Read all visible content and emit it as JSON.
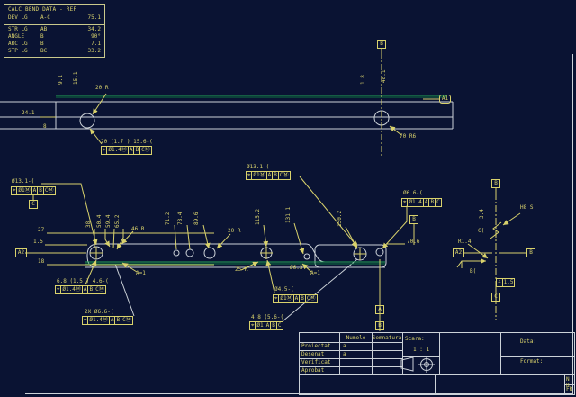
{
  "colors": {
    "bg": "#0a1333",
    "annotation_yellow": "#d9d26c",
    "geometry_white": "#ccd2d8",
    "geometry_green": "#22a455",
    "geometry_teal": "#0d7040"
  },
  "bend_table": {
    "title": "CALC BEND DATA - REF",
    "dev_row": {
      "label": "DEV LG",
      "seg": "A-C",
      "value": "75.1"
    },
    "rows": [
      {
        "label": "STR LG",
        "seg": "AB",
        "value": "34.2"
      },
      {
        "label": "ANGLE",
        "seg": "B",
        "value": "90°"
      },
      {
        "label": "ARC LG",
        "seg": "B",
        "value": "7.1"
      },
      {
        "label": "STP LG",
        "seg": "BC",
        "value": "33.2"
      }
    ]
  },
  "top_view": {
    "dim_left": "24.1",
    "dim_8": "8",
    "radius_note": "20 R",
    "radius_right_note": "70 R6",
    "stub_dims": [
      "9.1",
      "15.1",
      "1.8",
      "48.1"
    ],
    "datum_top": "B",
    "flag_right": "A1",
    "callout_note": "20 (1.7 ) 15.6-(",
    "fcf": [
      "⌖",
      "Ø1.4Ⓜ",
      "A",
      "B",
      "CⓂ"
    ]
  },
  "mid_view": {
    "rotated_dims": [
      "38",
      "50.4",
      "59.4",
      "65.2",
      "71.2",
      "78.4",
      "89.6",
      "115.2",
      "131.1",
      "150.2"
    ],
    "dim_27": "27",
    "dim_1_5": "1.5",
    "dim_18": "18",
    "dim_width": "70.6",
    "note_46r": "46 R",
    "note_20r": "20 R",
    "note_25r": "25 R",
    "note_dia63": "Ø6.3",
    "note_bend_left": "A=1",
    "note_bend_right": "A=1",
    "flag_left": "A2",
    "datum_below_fcf": "C",
    "datum_right": "B",
    "flag_bottom_top": "A",
    "flag_bottom_bot": "B",
    "callout_left_note": "Ø13.1-(",
    "fcf_left": [
      "⌖",
      "Ø1Ⓜ",
      "A",
      "B",
      "CⓂ"
    ],
    "callout_center_note": "Ø13.1-(",
    "fcf_center": [
      "⌖",
      "Ø1Ⓜ",
      "A",
      "B",
      "CⓂ"
    ],
    "callout_right_note": "Ø6.6-(",
    "fcf_right": [
      "⌖",
      "Ø1.4",
      "A",
      "B",
      "C"
    ],
    "callout_b1_note": "6.8 (1.5 ) 4.6-(",
    "fcf_b1": [
      "⌖",
      "Ø1.4Ⓜ",
      "A",
      "B",
      "CⓂ"
    ],
    "callout_b2_note": "2X Ø6.6-(",
    "fcf_b2": [
      "⌖",
      "Ø1.4Ⓜ",
      "A",
      "B",
      "CⓂ"
    ],
    "callout_b3_note": "Ø4.5-(",
    "fcf_b3": [
      "⌖",
      "Ø1Ⓜ",
      "A",
      "B",
      "CⓂ"
    ],
    "callout_b4_note": "4.8 (5.6-(",
    "fcf_b4": [
      "⌖",
      "Ø1",
      "A",
      "B",
      "C"
    ]
  },
  "right_view": {
    "datum_top": "B",
    "dim_34": "3.4",
    "note_h8s": "H8 S",
    "note_c": "C(",
    "note_r": "R1.4",
    "note_b": "B(",
    "flag_left": "A2",
    "flag_right": "B",
    "fcf": [
      "∠",
      "1.5"
    ],
    "datum_bottom": "C"
  },
  "title_block": {
    "col_name": "Numele",
    "col_sign": "Semnatura",
    "rows": [
      {
        "label": "Proiectat",
        "value": "a"
      },
      {
        "label": "Desenat",
        "value": "a"
      },
      {
        "label": "Verificat",
        "value": ""
      },
      {
        "label": "Aprobat",
        "value": ""
      }
    ],
    "scale_label": "Scara:",
    "scale_value": "1 : 1",
    "date_label": "Data:",
    "format_label": "Format:",
    "corner_top": "N B.",
    "corner_bottom": "FR"
  }
}
